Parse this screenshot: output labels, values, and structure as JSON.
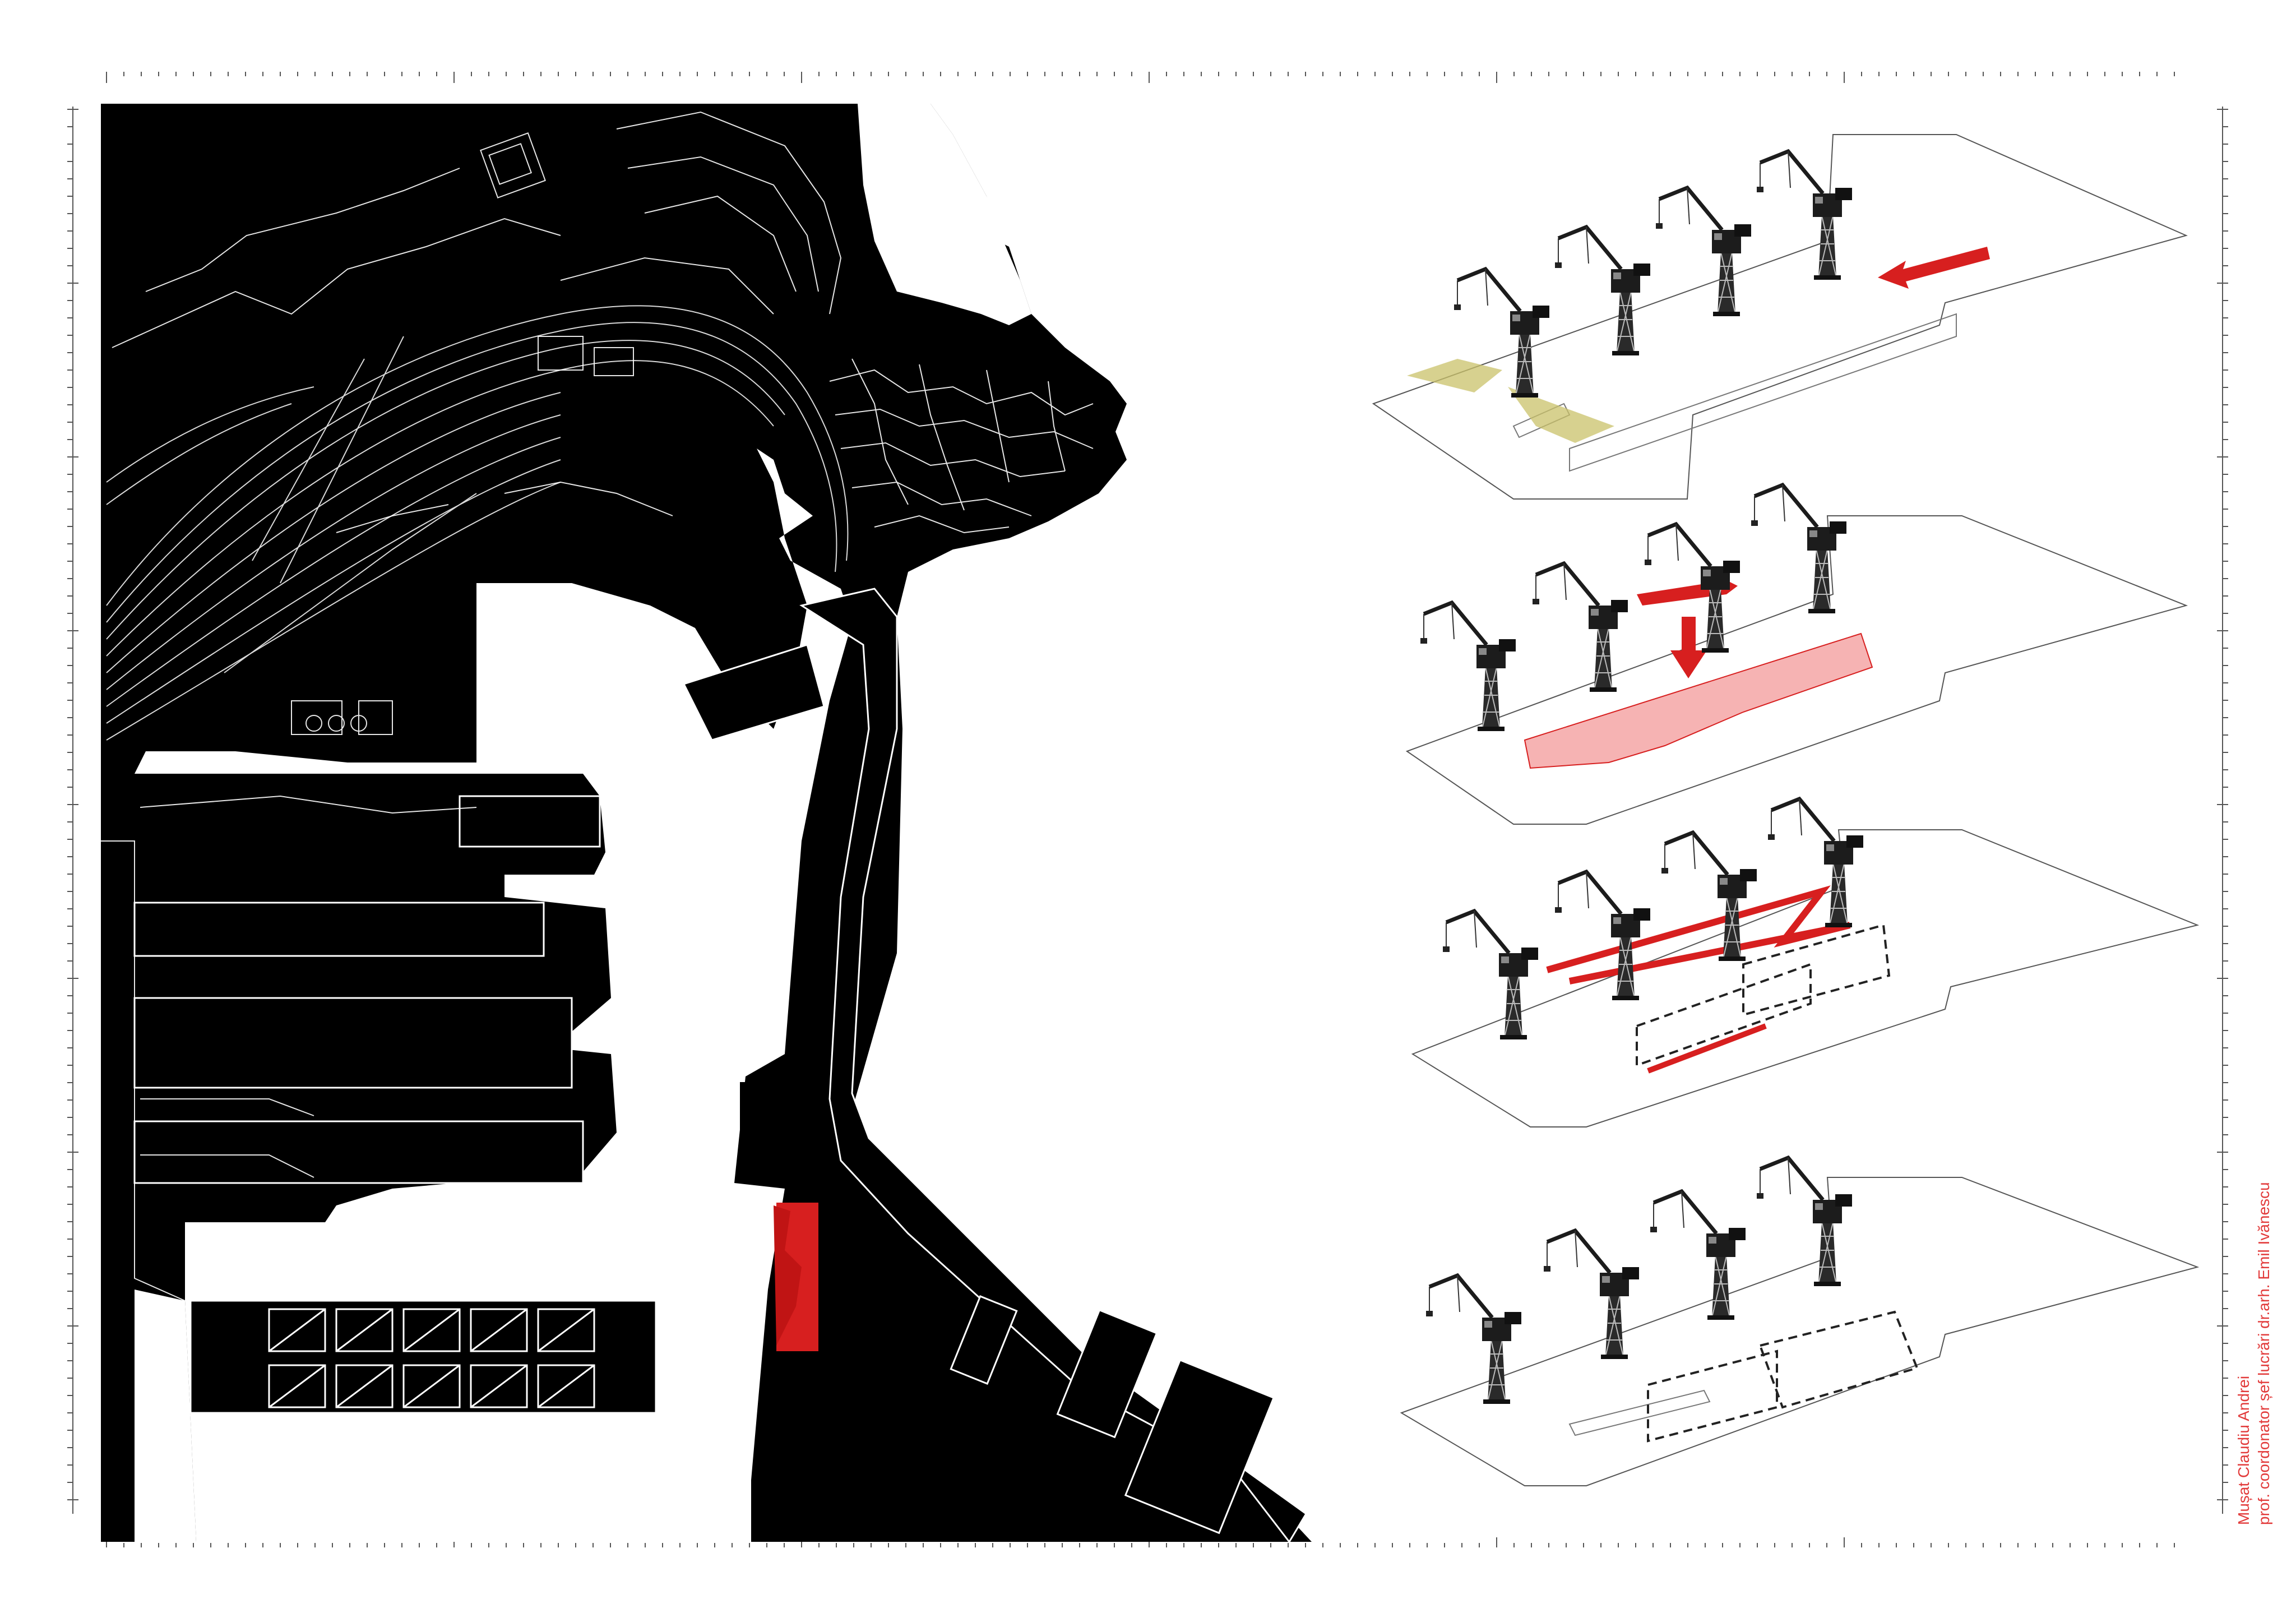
{
  "credits": {
    "author": "Mușat Claudiu Andrei",
    "coordinator": "prof. coordonator șef lucrări dr.arh. Emil Ivănescu"
  },
  "colors": {
    "paper": "#ffffff",
    "map_ground": "#000000",
    "map_lines": "#ffffff",
    "accent_red": "#d71f1f",
    "light_red_fill": "#f6b3b3",
    "olive_fill": "#c9c26a",
    "frame_ticks": "#555555",
    "credit_text": "#e23b3b"
  },
  "panels": [
    {
      "name": "diagram-1-view-cones",
      "highlight": "olive-view-cones-and-red-arrow"
    },
    {
      "name": "diagram-2-ship-drop",
      "highlight": "pink-footprint-and-submarine"
    },
    {
      "name": "diagram-3-zigzag-route",
      "highlight": "red-zigzag-and-volumes"
    },
    {
      "name": "diagram-4-volumes",
      "highlight": "dashed-volumes"
    }
  ],
  "icons": [
    "crane-icon",
    "arrow-icon",
    "submarine-icon"
  ]
}
